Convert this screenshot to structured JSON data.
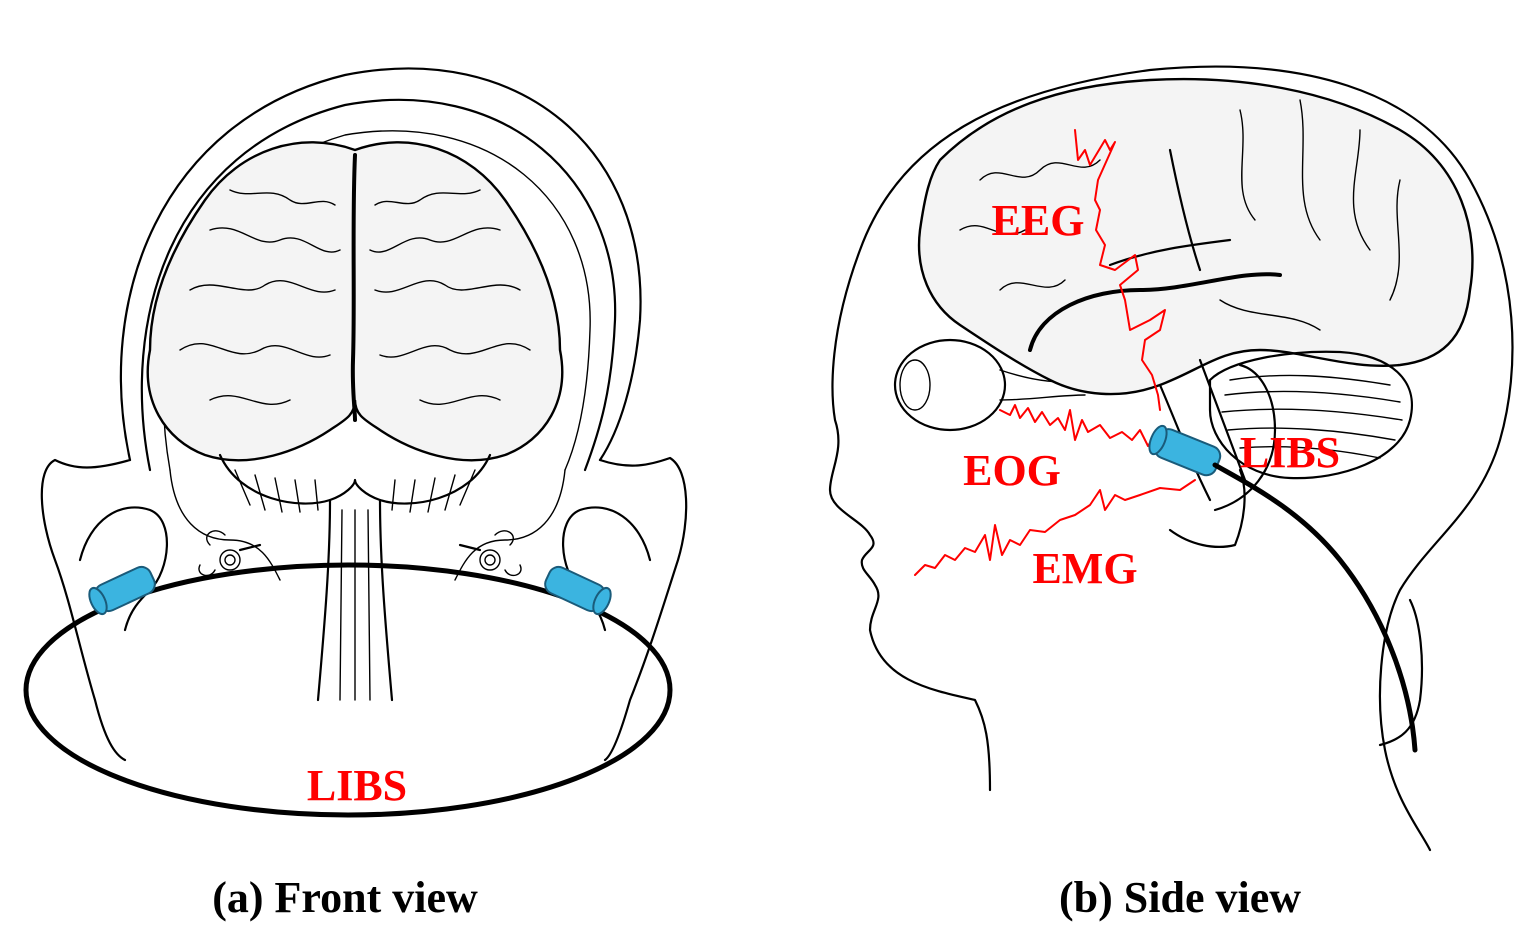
{
  "front": {
    "caption": "(a) Front view",
    "libs_label": "LIBS"
  },
  "side": {
    "caption": "(b) Side view",
    "libs_label": "LIBS",
    "eeg_label": "EEG",
    "eog_label": "EOG",
    "emg_label": "EMG"
  },
  "colors": {
    "signal": "#ff0000",
    "earpiece": "#3bb4e0",
    "outline": "#000000"
  }
}
